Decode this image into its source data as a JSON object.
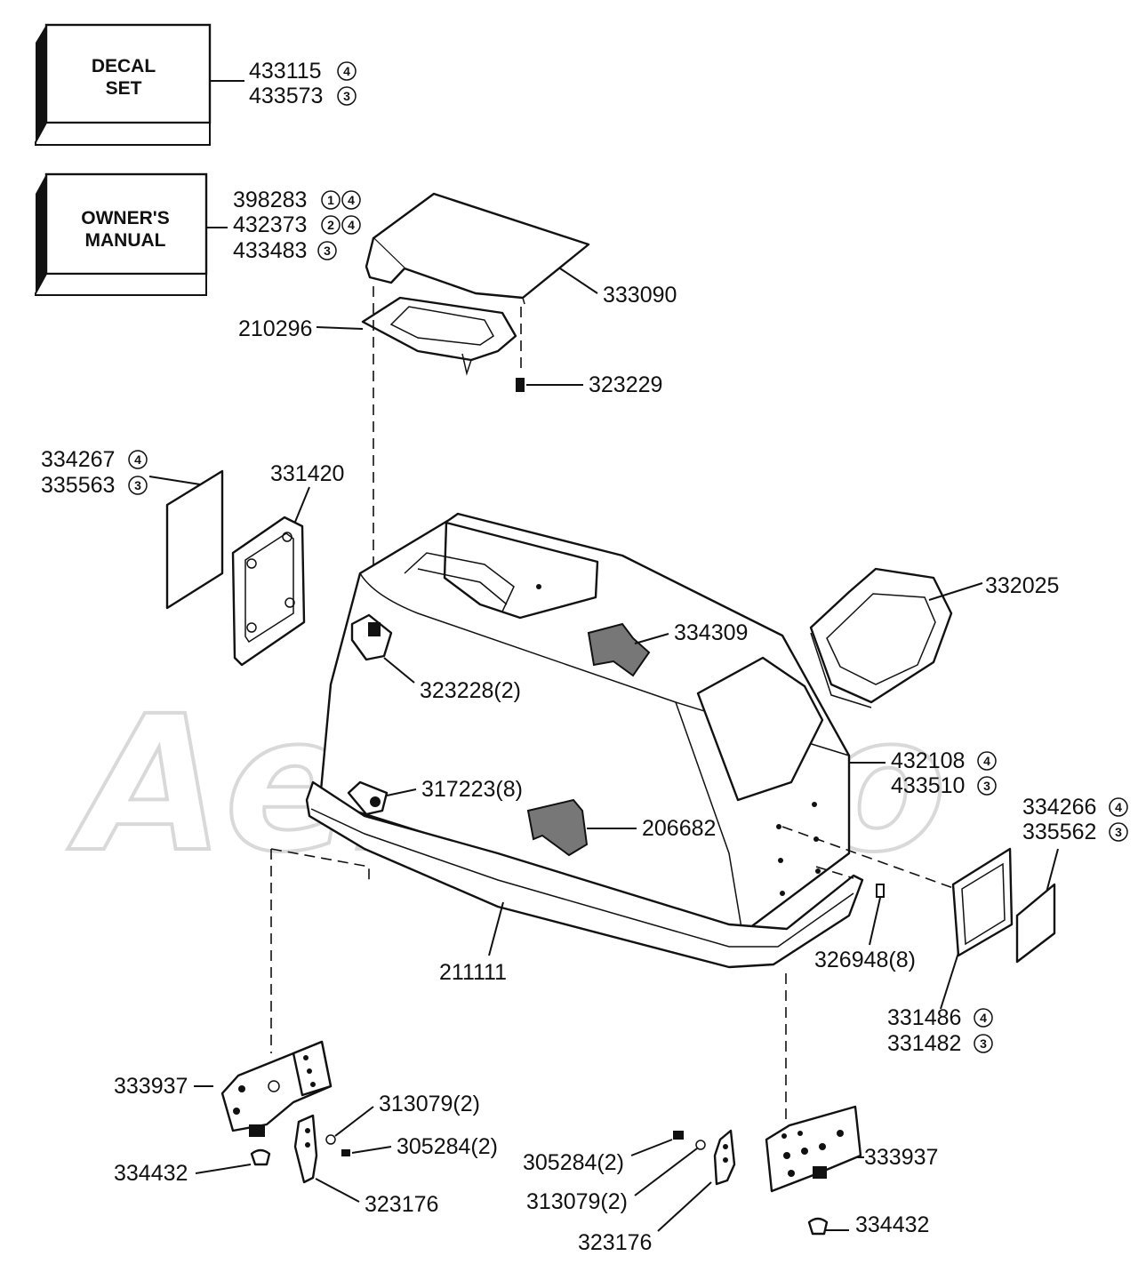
{
  "boxes": {
    "decal_set": {
      "line1": "DECAL",
      "line2": "SET"
    },
    "owners_manual": {
      "line1": "OWNER'S",
      "line2": "MANUAL"
    }
  },
  "watermark": "AelMoto",
  "labels": {
    "p433115": "433115",
    "p433573": "433573",
    "p398283": "398283",
    "p432373": "432373",
    "p433483": "433483",
    "p333090": "333090",
    "p210296": "210296",
    "p323229": "323229",
    "p334267": "334267",
    "p335563": "335563",
    "p331420": "331420",
    "p332025": "332025",
    "p334309": "334309",
    "p323228": "323228(2)",
    "p432108": "432108",
    "p433510": "433510",
    "p317223": "317223(8)",
    "p206682": "206682",
    "p334266": "334266",
    "p335562": "335562",
    "p211111": "211111",
    "p326948": "326948(8)",
    "p331486": "331486",
    "p331482": "331482",
    "p333937_left": "333937",
    "p313079_left": "313079(2)",
    "p305284_left": "305284(2)",
    "p334432_left": "334432",
    "p323176_left": "323176",
    "p305284_right": "305284(2)",
    "p313079_right": "313079(2)",
    "p323176_right": "323176",
    "p333937_right": "333937",
    "p334432_right": "334432"
  },
  "circled": {
    "c433115": "4",
    "c433573": "3",
    "c398283_a": "1",
    "c398283_b": "4",
    "c432373_a": "2",
    "c432373_b": "4",
    "c433483": "3",
    "c334267": "4",
    "c335563": "3",
    "c432108": "4",
    "c433510": "3",
    "c334266": "4",
    "c335562": "3",
    "c331486": "4",
    "c331482": "3"
  }
}
